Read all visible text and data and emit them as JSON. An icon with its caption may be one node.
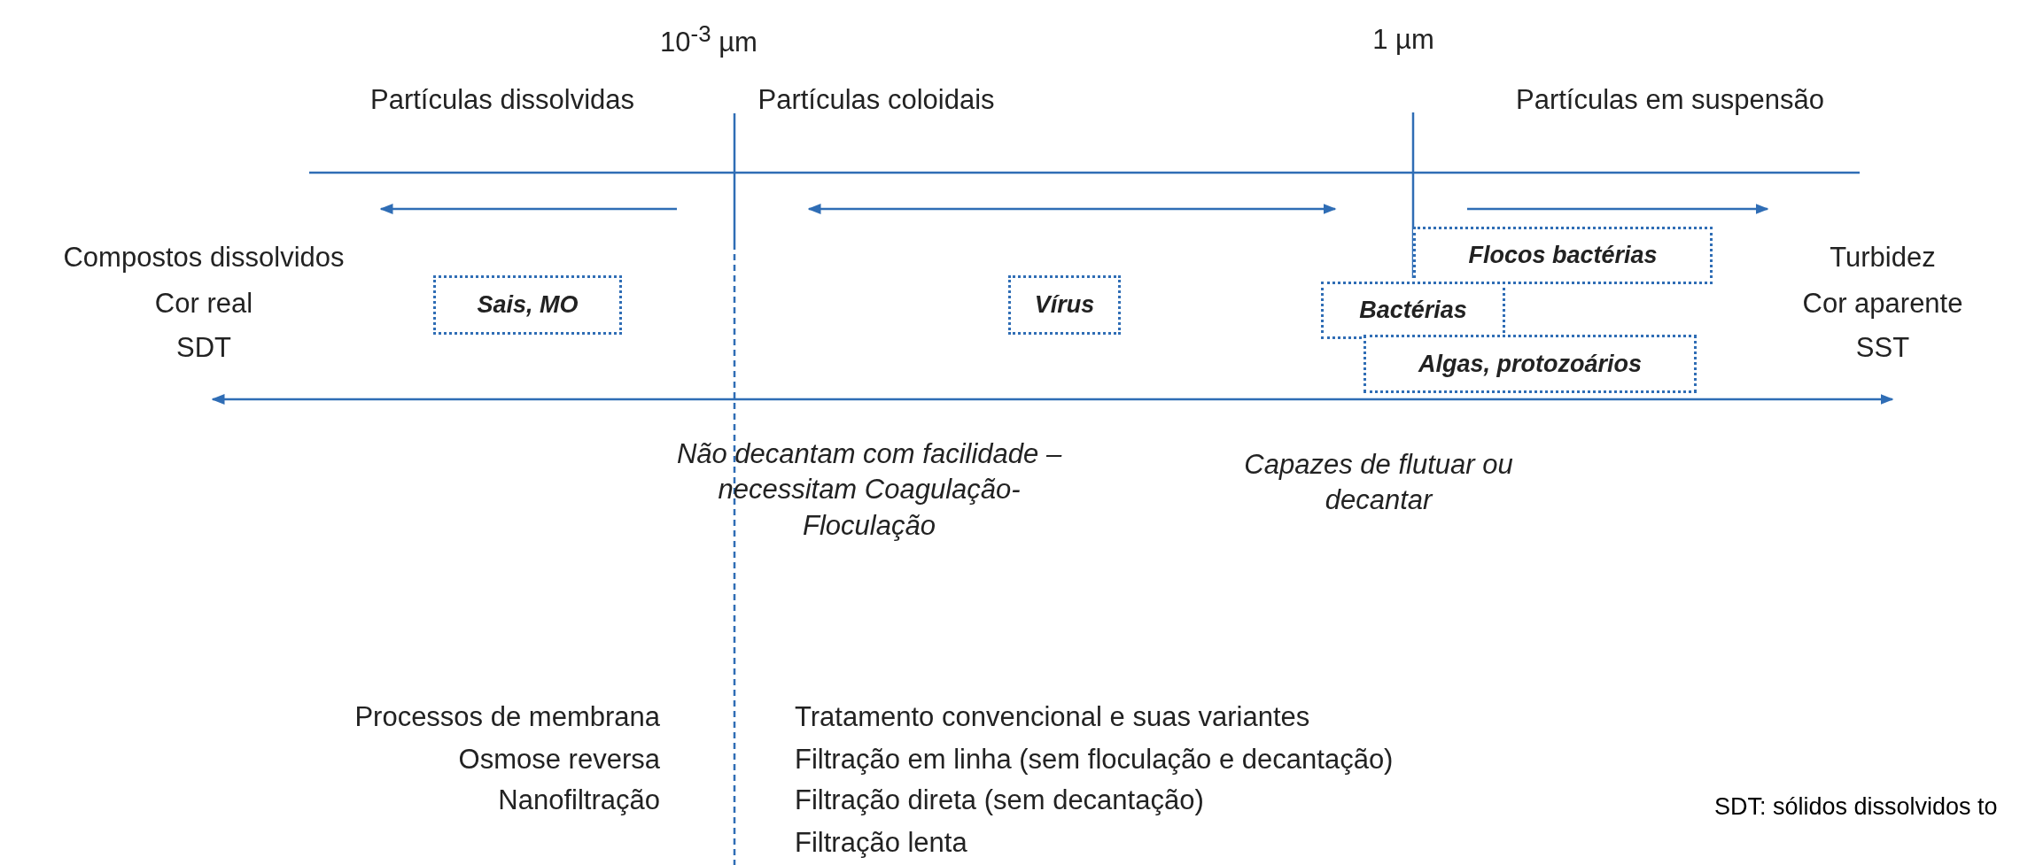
{
  "diagram": {
    "nodes": [
      {
        "text": [
          "Sais, MO"
        ]
      },
      {
        "text": [
          "Vírus"
        ]
      },
      {
        "text": [
          "Flocos bactérias"
        ]
      },
      {
        "text": [
          "Bactérias"
        ]
      },
      {
        "text": [
          "Algas, protozoários"
        ]
      }
    ],
    "labels": [
      "10$^{-3}$ µm",
      "1 µm",
      "Partículas dissolvidas",
      "Partículas coloidais",
      "Partículas em suspensão",
      "Compostos dissolvidos",
      "Cor real",
      "SDT",
      "Turbidez",
      "Cor aparente",
      "SST",
      "Não decantam com facilidade – necessitam Coagulação- Floculação",
      "Capazes de flutuar ou decantar",
      "Processos de membrana",
      "Osmose reversa",
      "Nanofiltração",
      "Tratamento convencional e suas variantes",
      "Filtração em linha (sem floculação e decantação)",
      "Filtração direta (sem decantação)",
      "Filtração lenta",
      "SDT: sólidos dissolvidos to"
    ]
  }
}
